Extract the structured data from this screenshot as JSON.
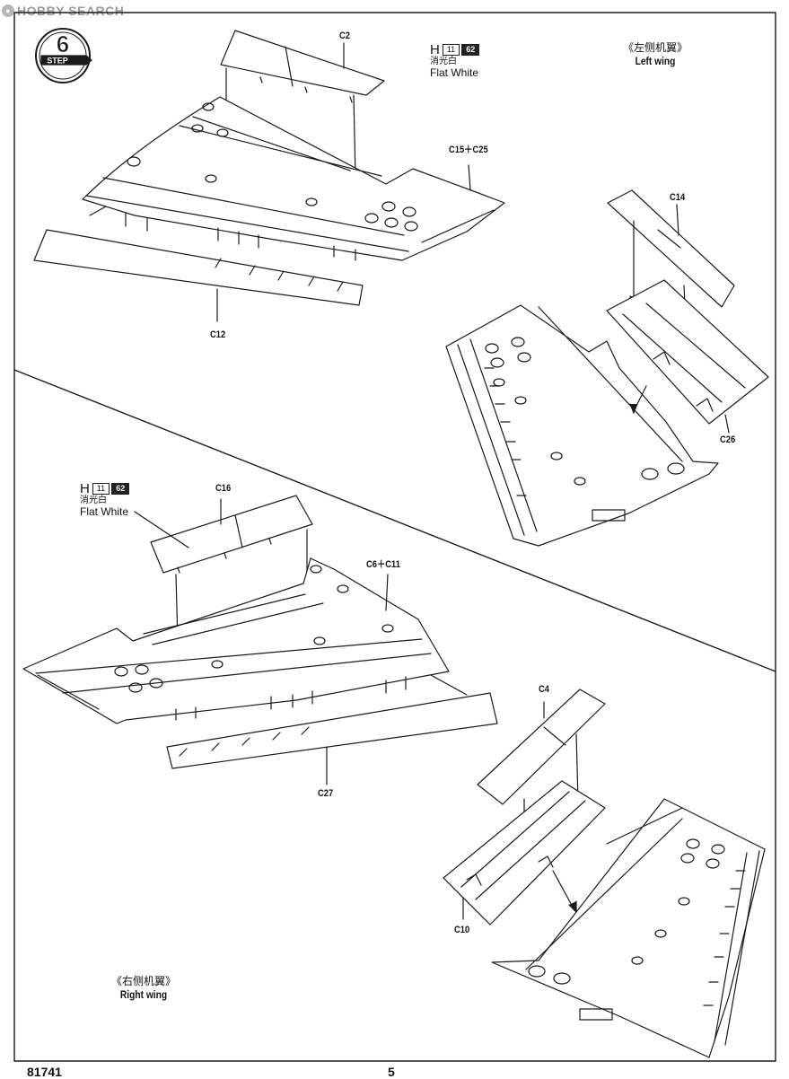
{
  "watermark": {
    "text": "HOBBY SEARCH",
    "icon": "hobbysearch-logo-icon"
  },
  "step": {
    "number": "6",
    "label": "STEP"
  },
  "left_wing": {
    "title_cn": "《左侧机翼》",
    "title_en": "Left wing"
  },
  "right_wing": {
    "title_cn": "《右侧机翼》",
    "title_en": "Right wing"
  },
  "paint_top": {
    "brand": "H",
    "code1": "11",
    "code2": "62",
    "name_cn": "消光白",
    "name_en": "Flat White"
  },
  "paint_bottom": {
    "brand": "H",
    "code1": "11",
    "code2": "62",
    "name_cn": "消光白",
    "name_en": "Flat White"
  },
  "parts": {
    "c2": "C2",
    "c15c25": "C15＋C25",
    "c12": "C12",
    "c14": "C14",
    "c26": "C26",
    "c16": "C16",
    "c6c11": "C6＋C11",
    "c27": "C27",
    "c4": "C4",
    "c10": "C10"
  },
  "footer": {
    "kit_number": "81741",
    "page_number": "5"
  },
  "colors": {
    "line": "#1a1a1a",
    "paper": "#ffffff",
    "watermark": "#9a9a9a"
  }
}
